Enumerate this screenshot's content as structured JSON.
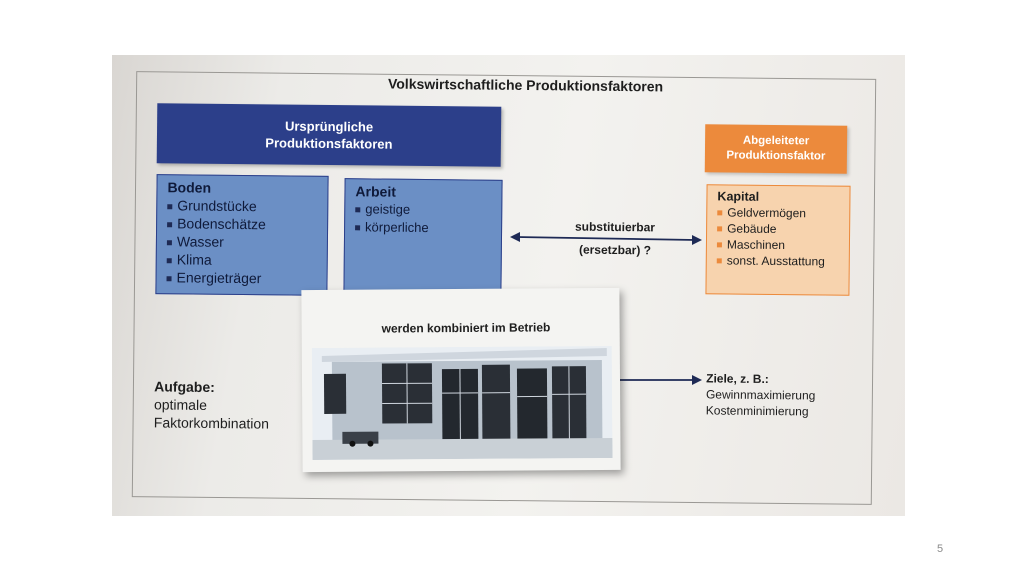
{
  "title": "Volkswirtschaftliche Produktionsfaktoren",
  "primary_header": {
    "line1": "Ursprüngliche",
    "line2": "Produktionsfaktoren"
  },
  "derived_header": {
    "line1": "Abgeleiteter",
    "line2": "Produktionsfaktor"
  },
  "boden": {
    "title": "Boden",
    "items": [
      "Grundstücke",
      "Bodenschätze",
      "Wasser",
      "Klima",
      "Energieträger"
    ]
  },
  "arbeit": {
    "title": "Arbeit",
    "items": [
      "geistige",
      "körperliche"
    ]
  },
  "kapital": {
    "title": "Kapital",
    "items": [
      "Geldvermögen",
      "Gebäude",
      "Maschinen",
      "sonst. Ausstattung"
    ]
  },
  "substitution": {
    "line1": "substituierbar",
    "line2": "(ersetzbar) ?"
  },
  "combination": {
    "title": "werden kombiniert im Betrieb"
  },
  "task": {
    "label": "Aufgabe:",
    "line1": "optimale",
    "line2": "Faktorkombination"
  },
  "goals": {
    "label": "Ziele, z. B.:",
    "items": [
      "Gewinnmaximierung",
      "Kostenminimierung"
    ]
  },
  "slide_number": "5",
  "colors": {
    "primary_blue": "#2c3f8a",
    "box_blue": "#6b8fc5",
    "orange": "#ec8a3c",
    "light_orange": "#f7d3ae"
  }
}
